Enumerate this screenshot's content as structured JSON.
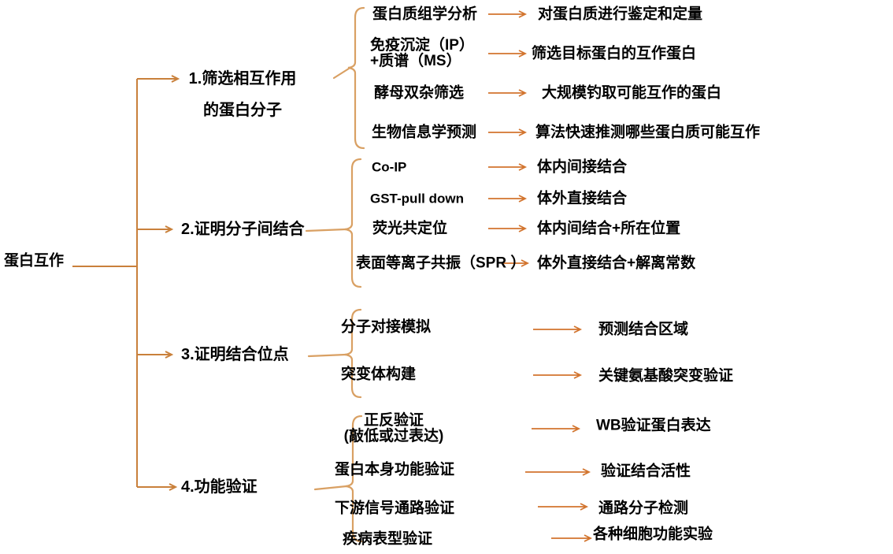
{
  "root_label": "蛋白互作",
  "colors": {
    "trunk": "#C9803B",
    "arrow": "#D2742E",
    "brace": "#D9A063",
    "text": "#000000",
    "background": "#FFFFFF"
  },
  "branches": [
    {
      "label": "1.筛选相互作用",
      "label2": "的蛋白分子",
      "items": [
        {
          "method": "蛋白质组学分析",
          "result": "对蛋白质进行鉴定和定量"
        },
        {
          "method": "免疫沉淀（IP）",
          "method2": "+质谱（MS）",
          "result": "筛选目标蛋白的互作蛋白"
        },
        {
          "method": "酵母双杂筛选",
          "result": "大规模钓取可能互作的蛋白"
        },
        {
          "method": "生物信息学预测",
          "result": "算法快速推测哪些蛋白质可能互作"
        }
      ]
    },
    {
      "label": "2.证明分子间结合",
      "items": [
        {
          "method": "Co-IP",
          "result": "体内间接结合"
        },
        {
          "method": "GST-pull down",
          "result": "体外直接结合"
        },
        {
          "method": "荧光共定位",
          "result": "体内间结合+所在位置"
        },
        {
          "method": "表面等离子共振（SPR ）",
          "result": "体外直接结合+解离常数"
        }
      ]
    },
    {
      "label": "3.证明结合位点",
      "items": [
        {
          "method": "分子对接模拟",
          "result": "预测结合区域"
        },
        {
          "method": "突变体构建",
          "result": "关键氨基酸突变验证"
        }
      ]
    },
    {
      "label": "4.功能验证",
      "items": [
        {
          "method": "正反验证",
          "method2": "(敲低或过表达)",
          "result": "WB验证蛋白表达"
        },
        {
          "method": "蛋白本身功能验证",
          "result": "验证结合活性"
        },
        {
          "method": "下游信号通路验证",
          "result": "通路分子检测"
        },
        {
          "method": "疾病表型验证",
          "result": "各种细胞功能实验"
        }
      ]
    }
  ]
}
